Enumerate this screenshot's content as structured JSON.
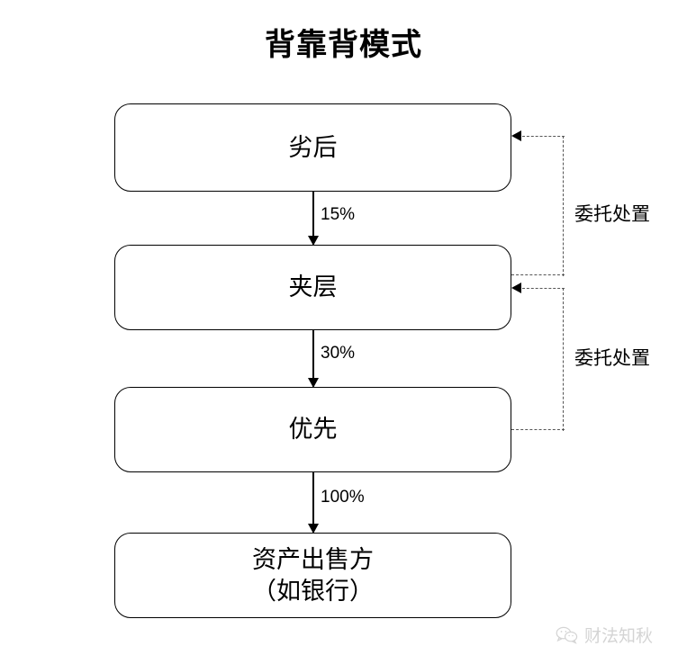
{
  "title": "背靠背模式",
  "nodes": [
    {
      "id": "subordinate",
      "label": "劣后"
    },
    {
      "id": "mezzanine",
      "label": "夹层"
    },
    {
      "id": "senior",
      "label": "优先"
    },
    {
      "id": "seller",
      "label": "资产出售方\n（如银行）"
    }
  ],
  "flow_arrows": [
    {
      "from": "subordinate",
      "to": "mezzanine",
      "label": "15%"
    },
    {
      "from": "mezzanine",
      "to": "senior",
      "label": "30%"
    },
    {
      "from": "senior",
      "to": "seller",
      "label": "100%"
    }
  ],
  "dashed_connectors": [
    {
      "from": "mezzanine",
      "to": "subordinate",
      "label": "委托处置",
      "style": "dashed",
      "color": "#555555"
    },
    {
      "from": "senior",
      "to": "mezzanine",
      "label": "委托处置",
      "style": "dashed",
      "color": "#555555"
    }
  ],
  "watermark": {
    "icon": "wechat-icon",
    "text": "财法知秋"
  },
  "colors": {
    "background": "#ffffff",
    "stroke": "#000000",
    "dashed_stroke": "#555555",
    "watermark_text": "#9a9a9a"
  }
}
